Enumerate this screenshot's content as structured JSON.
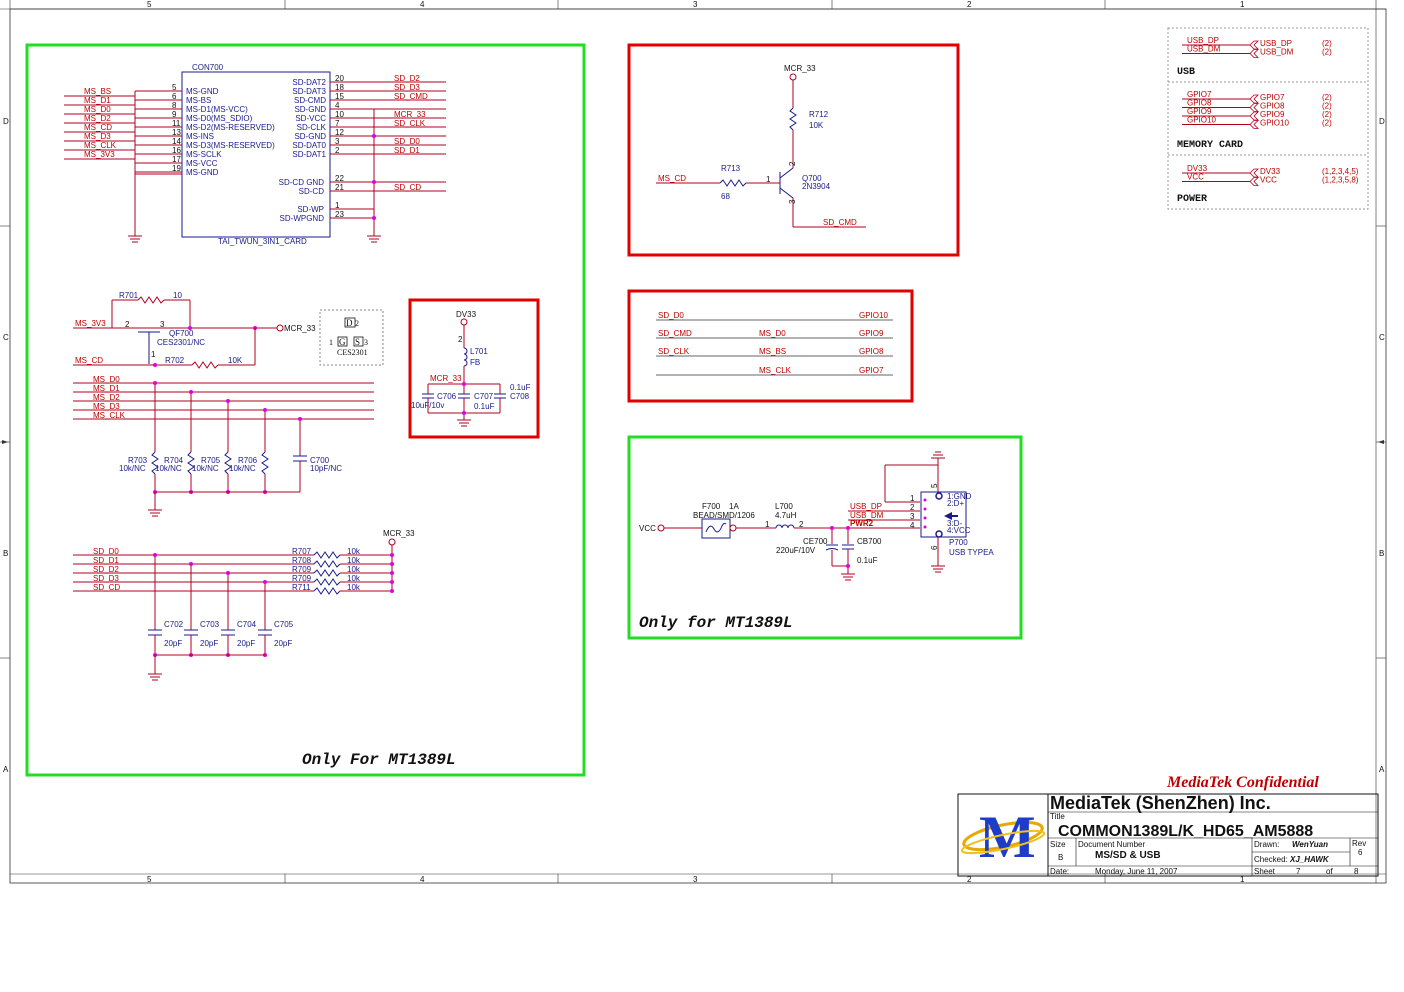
{
  "frame": {
    "zones_top": [
      "5",
      "4",
      "3",
      "2",
      "1"
    ],
    "zones_bottom": [
      "5",
      "4",
      "3",
      "2",
      "1"
    ],
    "zones_side": [
      "D",
      "C",
      "B",
      "A"
    ]
  },
  "connector": {
    "ref": "CON700",
    "part": "TAI_TWUN_3IN1_CARD",
    "left_pins": [
      {
        "pin": "5",
        "name": "MS-GND",
        "net": "MS_BS"
      },
      {
        "pin": "6",
        "name": "MS-BS",
        "net": "MS_D1"
      },
      {
        "pin": "8",
        "name": "MS-D1(MS-VCC)",
        "net": "MS_D0"
      },
      {
        "pin": "9",
        "name": "MS-D0(MS_SDIO)",
        "net": "MS_D2"
      },
      {
        "pin": "11",
        "name": "MS-D2(MS-RESERVED)",
        "net": "MS_CD"
      },
      {
        "pin": "13",
        "name": "MS-INS",
        "net": "MS_D3"
      },
      {
        "pin": "14",
        "name": "MS-D3(MS-RESERVED)",
        "net": "MS_CLK"
      },
      {
        "pin": "16",
        "name": "MS-SCLK",
        "net": "MS_3V3"
      },
      {
        "pin": "17",
        "name": "MS-VCC",
        "net": ""
      },
      {
        "pin": "19",
        "name": "MS-GND",
        "net": ""
      }
    ],
    "right_pins": [
      {
        "pin": "20",
        "name": "SD-DAT2",
        "net": "SD_D2"
      },
      {
        "pin": "18",
        "name": "SD-DAT3",
        "net": "SD_D3"
      },
      {
        "pin": "15",
        "name": "SD-CMD",
        "net": "SD_CMD"
      },
      {
        "pin": "4",
        "name": "SD-GND",
        "net": ""
      },
      {
        "pin": "10",
        "name": "SD-VCC",
        "net": "MCR_33"
      },
      {
        "pin": "7",
        "name": "SD-CLK",
        "net": "SD_CLK"
      },
      {
        "pin": "12",
        "name": "SD-GND",
        "net": ""
      },
      {
        "pin": "3",
        "name": "SD-DAT0",
        "net": "SD_D0"
      },
      {
        "pin": "2",
        "name": "SD-DAT1",
        "net": "SD_D1"
      }
    ],
    "cd_pins": [
      {
        "pin": "22",
        "name": "SD-CD GND",
        "net": ""
      },
      {
        "pin": "21",
        "name": "SD-CD",
        "net": "SD_CD"
      }
    ],
    "wp_pins": [
      {
        "pin": "1",
        "name": "SD-WP",
        "net": ""
      },
      {
        "pin": "23",
        "name": "SD-WPGND",
        "net": ""
      }
    ]
  },
  "power_switch": {
    "r701": "R701",
    "r701_val": "10",
    "ms3v3": "MS_3V3",
    "q_ref": "QF700",
    "q_part": "CES2301/NC",
    "pin2": "2",
    "pin3": "3",
    "pin1": "1",
    "mcr": "MCR_33",
    "ms_cd": "MS_CD",
    "r702": "R702",
    "r702_val": "10K",
    "sym_d": "D",
    "sym_d_pin": "2",
    "sym_g": "G",
    "sym_g_pin": "1",
    "sym_s": "S",
    "sym_s_pin": "3",
    "sym_part": "CES2301"
  },
  "ms_bus": {
    "nets": [
      "MS_D0",
      "MS_D1",
      "MS_D2",
      "MS_D3",
      "MS_CLK"
    ],
    "resistors": [
      {
        "ref": "R703",
        "val": "10k/NC"
      },
      {
        "ref": "R704",
        "val": "10k/NC"
      },
      {
        "ref": "R705",
        "val": "10k/NC"
      },
      {
        "ref": "R706",
        "val": "10k/NC"
      }
    ],
    "cap_ref": "C700",
    "cap_val": "10pF/NC"
  },
  "sd_bus": {
    "mcr": "MCR_33",
    "nets": [
      "SD_D0",
      "SD_D1",
      "SD_D2",
      "SD_D3",
      "SD_CD"
    ],
    "resistors": [
      {
        "ref": "R707",
        "val": "10k"
      },
      {
        "ref": "R708",
        "val": "10k"
      },
      {
        "ref": "R709",
        "val": "10k"
      },
      {
        "ref": "R709",
        "val": "10k"
      },
      {
        "ref": "R711",
        "val": "10k"
      }
    ],
    "caps": [
      {
        "ref": "C702",
        "val": "20pF"
      },
      {
        "ref": "C703",
        "val": "20pF"
      },
      {
        "ref": "C704",
        "val": "20pF"
      },
      {
        "ref": "C705",
        "val": "20pF"
      }
    ]
  },
  "only_left": "Only For MT1389L",
  "filter_block": {
    "dv33": "DV33",
    "pin2": "2",
    "l_ref": "L701",
    "l_val": "FB",
    "mcr": "MCR_33",
    "c706": "C706",
    "c706_val": "10uF/10v",
    "c707": "C707",
    "c707_val": "0.1uF",
    "c708": "C708",
    "c708_val": "0.1uF"
  },
  "transistor_block": {
    "mcr": "MCR_33",
    "r712": "R712",
    "r712_val": "10K",
    "ms_cd": "MS_CD",
    "r713": "R713",
    "r713_val": "68",
    "pin1": "1",
    "pin2": "2",
    "pin3": "3",
    "q": "Q700",
    "q_part": "2N3904",
    "sd_cmd": "SD_CMD"
  },
  "gpio_map": [
    {
      "left": "SD_D0",
      "mid": "",
      "right": "GPIO10"
    },
    {
      "left": "SD_CMD",
      "mid": "MS_D0",
      "right": "GPIO9"
    },
    {
      "left": "SD_CLK",
      "mid": "MS_BS",
      "right": "GPIO8"
    },
    {
      "left": "",
      "mid": "MS_CLK",
      "right": "GPIO7"
    }
  ],
  "usb_block": {
    "vcc": "VCC",
    "f700": "F700",
    "f700_amp": "1A",
    "f700_part": "BEAD/SMD/1206",
    "l700": "L700",
    "l700_val": "4.7uH",
    "pin1": "1",
    "pin2": "2",
    "ce700": "CE700",
    "ce700_val": "220uF/10V",
    "cb700": "CB700",
    "cb700_val": "0.1uF",
    "usb_dp": "USB_DP",
    "usb_dm": "USB_DM",
    "pwr2": "PWR2",
    "conn_pins": [
      "1",
      "2",
      "3",
      "4"
    ],
    "top_pin": "5",
    "bot_pin": "6",
    "conn_labels": [
      "1:GND",
      "2:D+",
      "3:D-",
      "4:VCC"
    ],
    "p700": "P700",
    "p700_part": "USB TYPEA"
  },
  "only_right": "Only for MT1389L",
  "ports": {
    "usb": {
      "title": "USB",
      "rows": [
        {
          "net": "USB_DP",
          "port": "USB_DP",
          "ref": "(2)"
        },
        {
          "net": "USB_DM",
          "port": "USB_DM",
          "ref": "(2)"
        }
      ]
    },
    "memory": {
      "title": "MEMORY CARD",
      "rows": [
        {
          "net": "GPIO7",
          "port": "GPIO7",
          "ref": "(2)"
        },
        {
          "net": "GPIO8",
          "port": "GPIO8",
          "ref": "(2)"
        },
        {
          "net": "GPIO9",
          "port": "GPIO9",
          "ref": "(2)"
        },
        {
          "net": "GPIO10",
          "port": "GPIO10",
          "ref": "(2)"
        }
      ]
    },
    "power": {
      "title": "POWER",
      "rows": [
        {
          "net": "DV33",
          "port": "DV33",
          "ref": "(1,2,3,4,5)"
        },
        {
          "net": "VCC",
          "port": "VCC",
          "ref": "(1,2,3,5,8)"
        }
      ]
    }
  },
  "title_block": {
    "confidential": "MediaTek Confidential",
    "company": "MediaTek (ShenZhen) Inc.",
    "title_label": "Title",
    "title": "COMMON1389L/K_HD65_AM5888",
    "size_label": "Size",
    "size": "B",
    "docnum_label": "Document Number",
    "docnum": "MS/SD & USB",
    "rev_label": "Rev",
    "rev": "6",
    "drawn_label": "Drawn:",
    "drawn": "WenYuan",
    "checked_label": "Checked:",
    "checked": "XJ_HAWK",
    "date_label": "Date:",
    "date": "Monday, June 11, 2007",
    "sheet_label": "Sheet",
    "sheet": "7",
    "of_label": "of",
    "of": "8",
    "logo_letter": "M"
  },
  "colors": {
    "wire": "#b00020",
    "text_blue": "#1a1a8c",
    "net_red": "#c00000",
    "red_box": "#e00000",
    "green_box": "#22dd22",
    "junction": "#e000e0"
  }
}
